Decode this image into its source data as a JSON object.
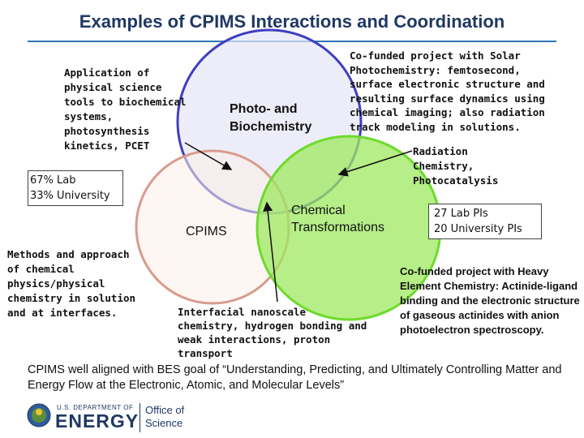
{
  "slide": {
    "title": "Examples of CPIMS Interactions and Coordination"
  },
  "venn": {
    "circle_photo_label": "Photo- and Biochemistry",
    "circle_cpims_label": "CPIMS",
    "circle_chem_label": "Chemical Transformations",
    "colors": {
      "photo_circle": "#3f3fbf",
      "cpims_circle": "#d99b8c",
      "chem_circle": "#6edb2e",
      "photo_fill": "#e6e6f6",
      "cpims_fill": "#fbeee8",
      "chem_fill": "#9ee85f"
    }
  },
  "annotations": {
    "physical_science_tools": "Application of physical science tools to biochemical systems, photosynthesis kinetics, PCET",
    "lab_university_split": [
      "67% Lab",
      "33% University"
    ],
    "methods": "Methods and approach of chemical physics/physical chemistry in solution and at interfaces.",
    "solar_cofunded": "Co-funded project with Solar Photochemistry: femtosecond, surface electronic structure and resulting surface dynamics using chemical imaging; also radiation track modeling in solutions.",
    "radiation_chemistry": "Radiation Chemistry, Photocatalysis",
    "pi_counts": [
      "27 Lab PIs",
      "20 University PIs"
    ],
    "interfacial": "Interfacial nanoscale chemistry, hydrogen bonding and weak interactions, proton transport",
    "heavy_element": "Co-funded project with Heavy Element Chemistry: Actinide-ligand binding and the electronic structure of gaseous actinides with anion photoelectron spectroscopy."
  },
  "footer": {
    "statement": "CPIMS well aligned with BES goal of “Understanding, Predicting, and Ultimately Controlling Matter and Energy Flow at the Electronic, Atomic, and Molecular Levels”",
    "logo_dept": "U.S. DEPARTMENT OF",
    "logo_name": "ENERGY",
    "office_line1": "Office of",
    "office_line2": "Science"
  }
}
